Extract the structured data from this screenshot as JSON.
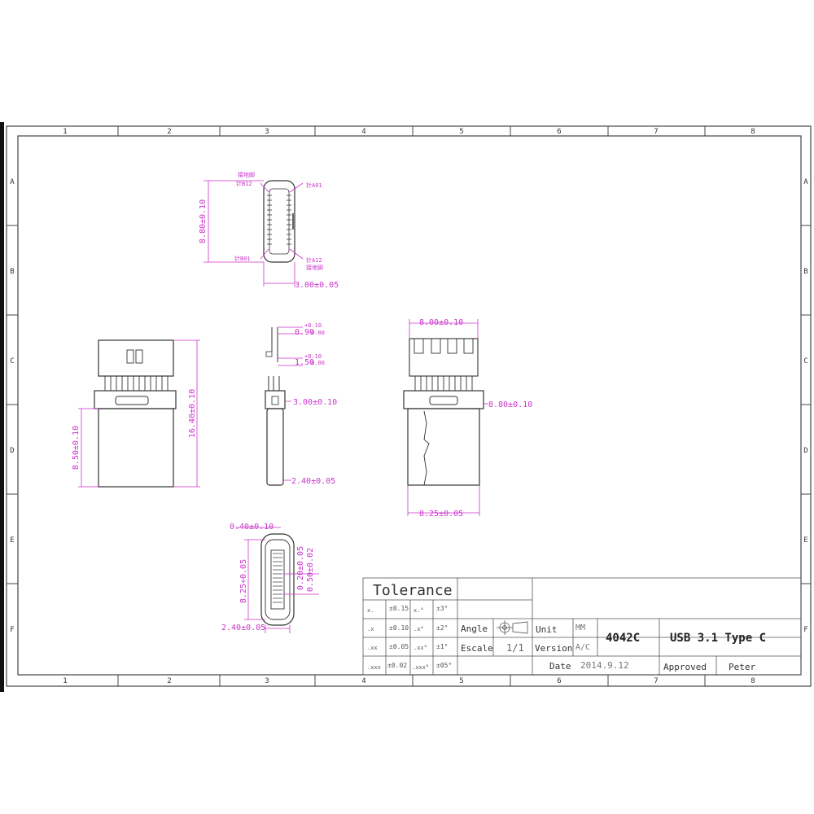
{
  "border": {
    "columns": [
      "1",
      "2",
      "3",
      "4",
      "5",
      "6",
      "7",
      "8"
    ],
    "rows": [
      "A",
      "B",
      "C",
      "D",
      "E",
      "F"
    ]
  },
  "dimensions": {
    "top_height": "8.80±0.10",
    "top_width": "3.00±0.05",
    "pin_label_a12_top": "针A12",
    "pin_label_a01": "针A01",
    "pin_label_b01": "针B01",
    "pin_label_b12": "针B12",
    "top_note_1": "接地脚",
    "top_note_2": "接地脚",
    "side_dim_1": "0.90",
    "side_dim_1_tol": "+0.10",
    "side_dim_1_tol2": "0.00",
    "side_dim_2": "1.50",
    "side_dim_2_tol": "+0.10",
    "side_dim_2_tol2": "0.00",
    "side_dim_3": "3.00±0.10",
    "side_dim_4": "2.40±0.05",
    "front_total": "16.40±0.10",
    "front_body": "8.50±0.10",
    "right_top": "8.00±0.10",
    "right_mid": "8.80±0.10",
    "right_bottom": "8.25±0.05",
    "end_top": "0.40±0.10",
    "end_height": "8.25+0.05",
    "end_pitch": "0.20±0.05",
    "end_pitch2": "0.50±0.02",
    "end_width": "2.40±0.05"
  },
  "title_block": {
    "tolerance_title": "Tolerance",
    "tol_rows": [
      {
        "k1": "x.",
        "v1": "±0.15",
        "k2": "x.°",
        "v2": "±3°"
      },
      {
        "k1": ".x",
        "v1": "±0.10",
        "k2": ".x°",
        "v2": "±2°"
      },
      {
        "k1": ".xx",
        "v1": "±0.05",
        "k2": ".xx°",
        "v2": "±1°"
      },
      {
        "k1": ".xxx",
        "v1": "±0.02",
        "k2": ".xxx°",
        "v2": "±05°"
      }
    ],
    "angle_label": "Angle",
    "escale_label": "Escale",
    "escale_value": "1/1",
    "unit_label": "Unit",
    "unit_value": "MM",
    "version_label": "Version",
    "version_value": "A/C",
    "part_number": "4042C",
    "part_title": "USB 3.1 Type C",
    "date_label": "Date",
    "date_value": "2014.9.12",
    "approved_label": "Approved",
    "approved_value": "Peter"
  },
  "colors": {
    "dimension": "#cc33cc",
    "line": "#333333"
  }
}
